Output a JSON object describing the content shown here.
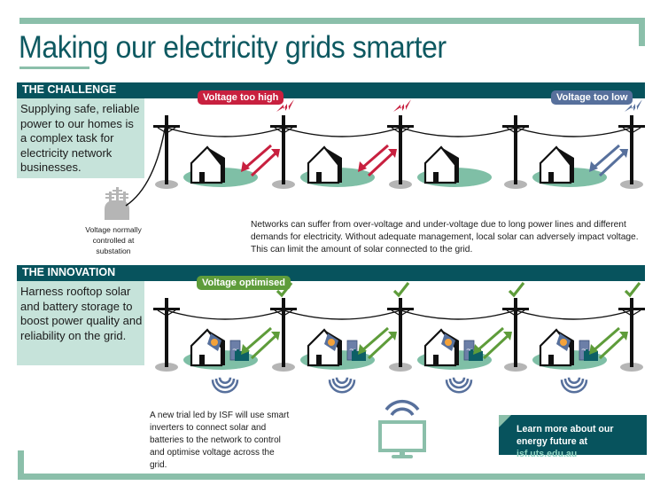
{
  "title": "Making our electricity grids smarter",
  "colors": {
    "brand_teal": "#07535d",
    "title_teal": "#0e5961",
    "accent_mint": "#8bbfaa",
    "box_mint": "#c6e3da",
    "ground_green": "#7fbfa6",
    "high_red": "#c8203f",
    "low_blue": "#57709c",
    "optimised_green": "#5e9c3a",
    "battery_teal": "#0d5f66",
    "inverter_blue": "#6c7fa8",
    "solar_orange": "#f4a23a",
    "pole_shadow": "#b5b5b5"
  },
  "challenge": {
    "section_label": "THE CHALLENGE",
    "intro": "Supplying safe, reliable power to our homes is a complex task for electricity network businesses.",
    "badge_high": "Voltage too high",
    "badge_low": "Voltage too low",
    "substation_caption": "Voltage normally controlled at substation",
    "description": "Networks can suffer from over-voltage and under-voltage due to long power lines and different demands for electricity. Without adequate management, local solar can adversely impact voltage. This can limit the amount of solar connected to the grid.",
    "houses": [
      {
        "status": "high",
        "icon": "house-icon"
      },
      {
        "status": "high",
        "icon": "house-icon"
      },
      {
        "status": "normal",
        "icon": "house-icon"
      },
      {
        "status": "low",
        "icon": "house-icon"
      }
    ]
  },
  "innovation": {
    "section_label": "THE INNOVATION",
    "intro": "Harness rooftop solar and battery storage to boost power quality and reliability on the grid.",
    "badge_optimised": "Voltage optimised",
    "description": "A new trial led by ISF will use smart inverters to connect solar and batteries to the network to control and optimise voltage across the grid.",
    "houses": [
      {
        "status": "optimised",
        "icon": "solar-house-icon"
      },
      {
        "status": "optimised",
        "icon": "solar-house-icon"
      },
      {
        "status": "optimised",
        "icon": "solar-house-icon"
      },
      {
        "status": "optimised",
        "icon": "solar-house-icon"
      }
    ]
  },
  "cta": {
    "text_prefix": "Learn more about our energy future at ",
    "link": "isf.uts.edu.au"
  }
}
